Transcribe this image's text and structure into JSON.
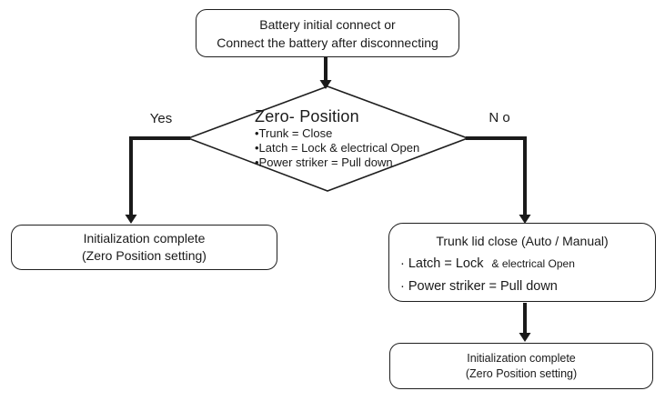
{
  "colors": {
    "line": "#1a1a1a",
    "border": "#1f1f1f",
    "background": "#ffffff"
  },
  "flow": {
    "start": {
      "line1": "Battery initial connect or",
      "line2": "Connect the battery after disconnecting"
    },
    "decision": {
      "title": "Zero- Position",
      "items": [
        "•Trunk = Close",
        "•Latch = Lock & electrical Open",
        "•Power striker = Pull down"
      ]
    },
    "branches": {
      "yes": "Yes",
      "no": "N o"
    },
    "yes_result": {
      "line1": "Initialization complete",
      "line2": "(Zero Position setting)"
    },
    "no_action": {
      "line1": "Trunk lid close (Auto / Manual)",
      "item1_main": "· Latch = Lock",
      "item1_small": "& electrical Open",
      "item2": "· Power striker = Pull down"
    },
    "final_result": {
      "line1": "Initialization complete",
      "line2": "(Zero Position setting)"
    }
  }
}
